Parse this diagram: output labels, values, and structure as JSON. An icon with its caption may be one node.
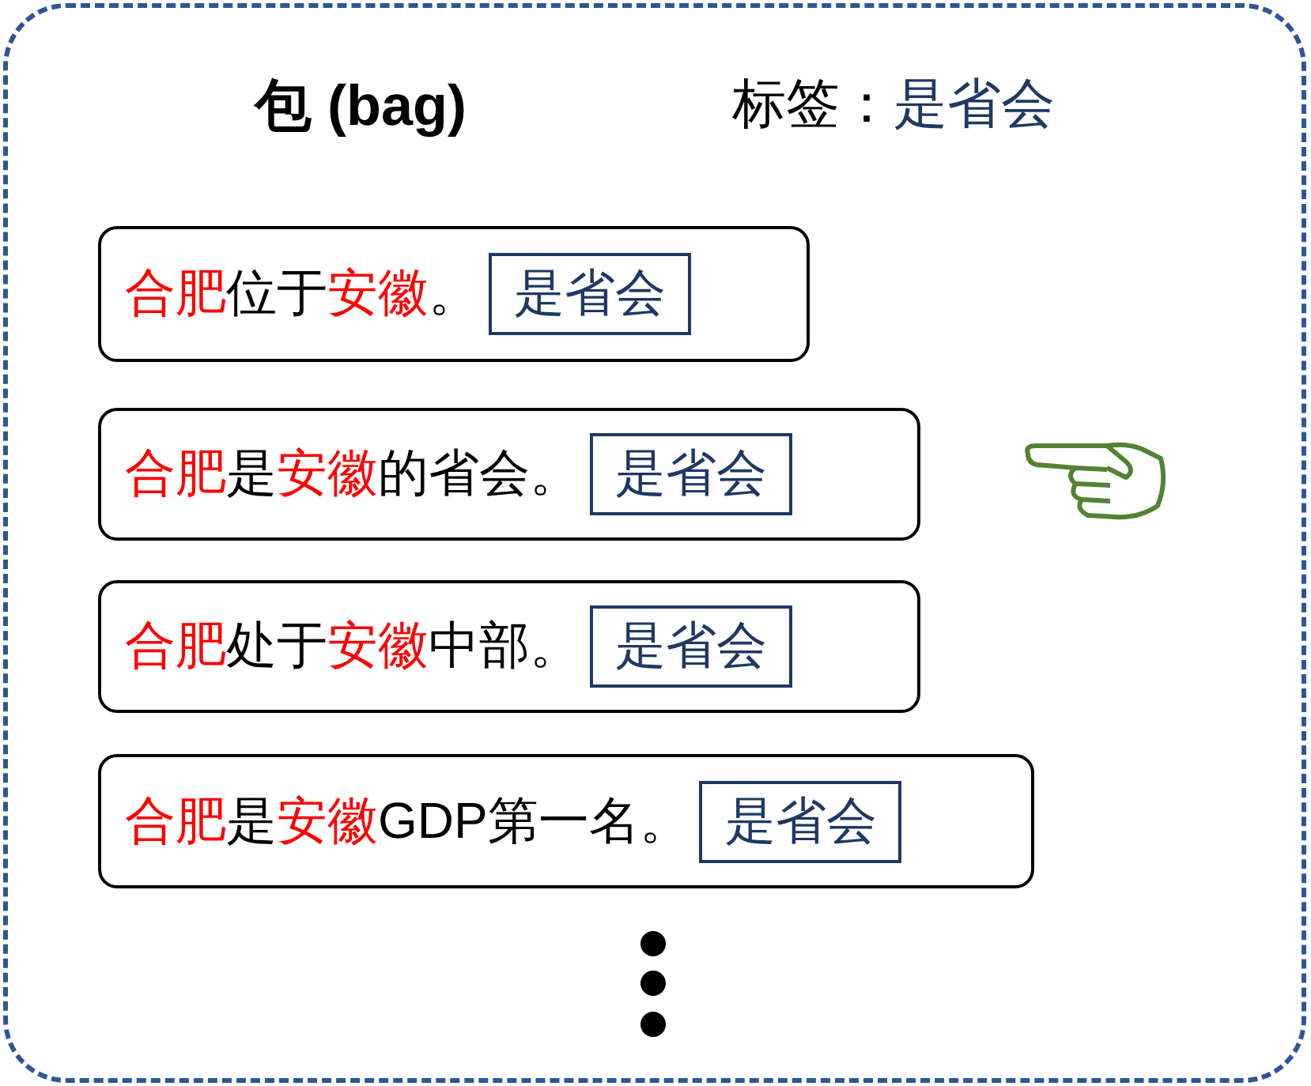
{
  "diagram": {
    "nodes": [
      {
        "text": [
          "包 (bag)",
          "标签：*是省会*"
        ]
      },
      {
        "text": [
          "**合肥**位于**安徽**。"
        ],
        "in": 0
      },
      {
        "text": [
          "是省会"
        ],
        "in": 1
      },
      {
        "text": [
          "**合肥**是**安徽**的省会。"
        ],
        "in": 0
      },
      {
        "text": [
          "是省会"
        ],
        "in": 3
      },
      {
        "text": [
          "**合肥**处于**安徽**中部。"
        ],
        "in": 0
      },
      {
        "text": [
          "是省会"
        ],
        "in": 5
      },
      {
        "text": [
          "**合肥**是**安徽**GDP第一名。"
        ],
        "in": 0
      },
      {
        "text": [
          "是省会"
        ],
        "in": 7
      }
    ]
  }
}
